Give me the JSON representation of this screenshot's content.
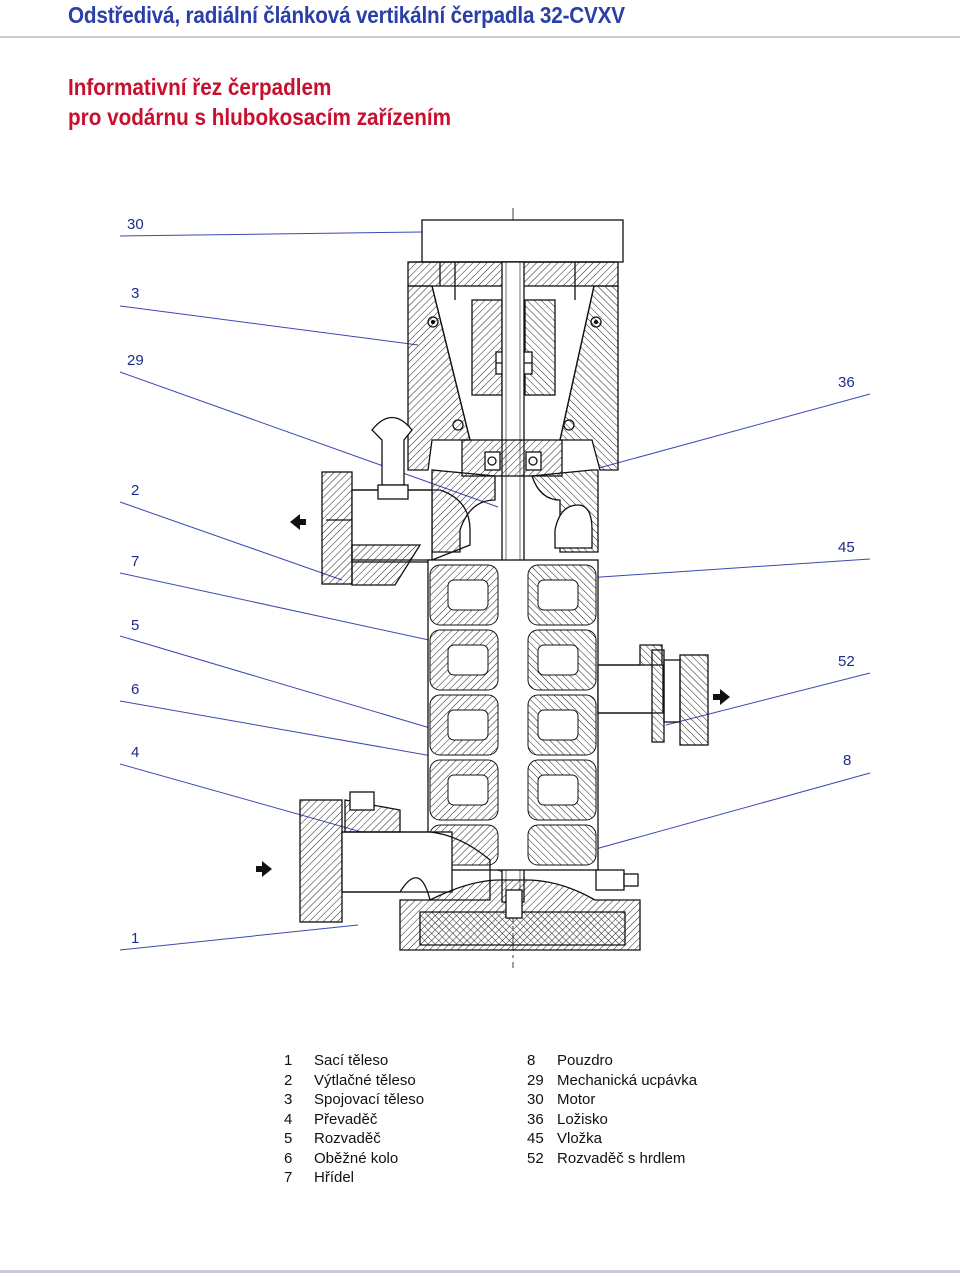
{
  "header": {
    "title": "Odstředivá, radiální článková vertikální čerpadla 32-CVXV",
    "subtitle_line1": "Informativní řez čerpadlem",
    "subtitle_line2": "pro vodárnu s hlubokosacím zařízením"
  },
  "callouts": {
    "left": [
      "30",
      "3",
      "29",
      "2",
      "7",
      "5",
      "6",
      "4",
      "1"
    ],
    "right": [
      "36",
      "45",
      "52",
      "8"
    ]
  },
  "legend": {
    "column1": [
      {
        "num": "1",
        "label": "Sací těleso"
      },
      {
        "num": "2",
        "label": "Výtlačné těleso"
      },
      {
        "num": "3",
        "label": "Spojovací těleso"
      },
      {
        "num": "4",
        "label": "Převaděč"
      },
      {
        "num": "5",
        "label": "Rozvaděč"
      },
      {
        "num": "6",
        "label": "Oběžné kolo"
      },
      {
        "num": "7",
        "label": "Hřídel"
      }
    ],
    "column2": [
      {
        "num": "8",
        "label": "Pouzdro"
      },
      {
        "num": "29",
        "label": "Mechanická ucpávka"
      },
      {
        "num": "30",
        "label": "Motor"
      },
      {
        "num": "36",
        "label": "Ložisko"
      },
      {
        "num": "45",
        "label": "Vložka"
      },
      {
        "num": "52",
        "label": "Rozvaděč s hrdlem"
      }
    ]
  },
  "colors": {
    "title": "#2a3fa8",
    "subtitle": "#c8102e",
    "leader": "#3b49b0",
    "drawing": "#111111"
  }
}
